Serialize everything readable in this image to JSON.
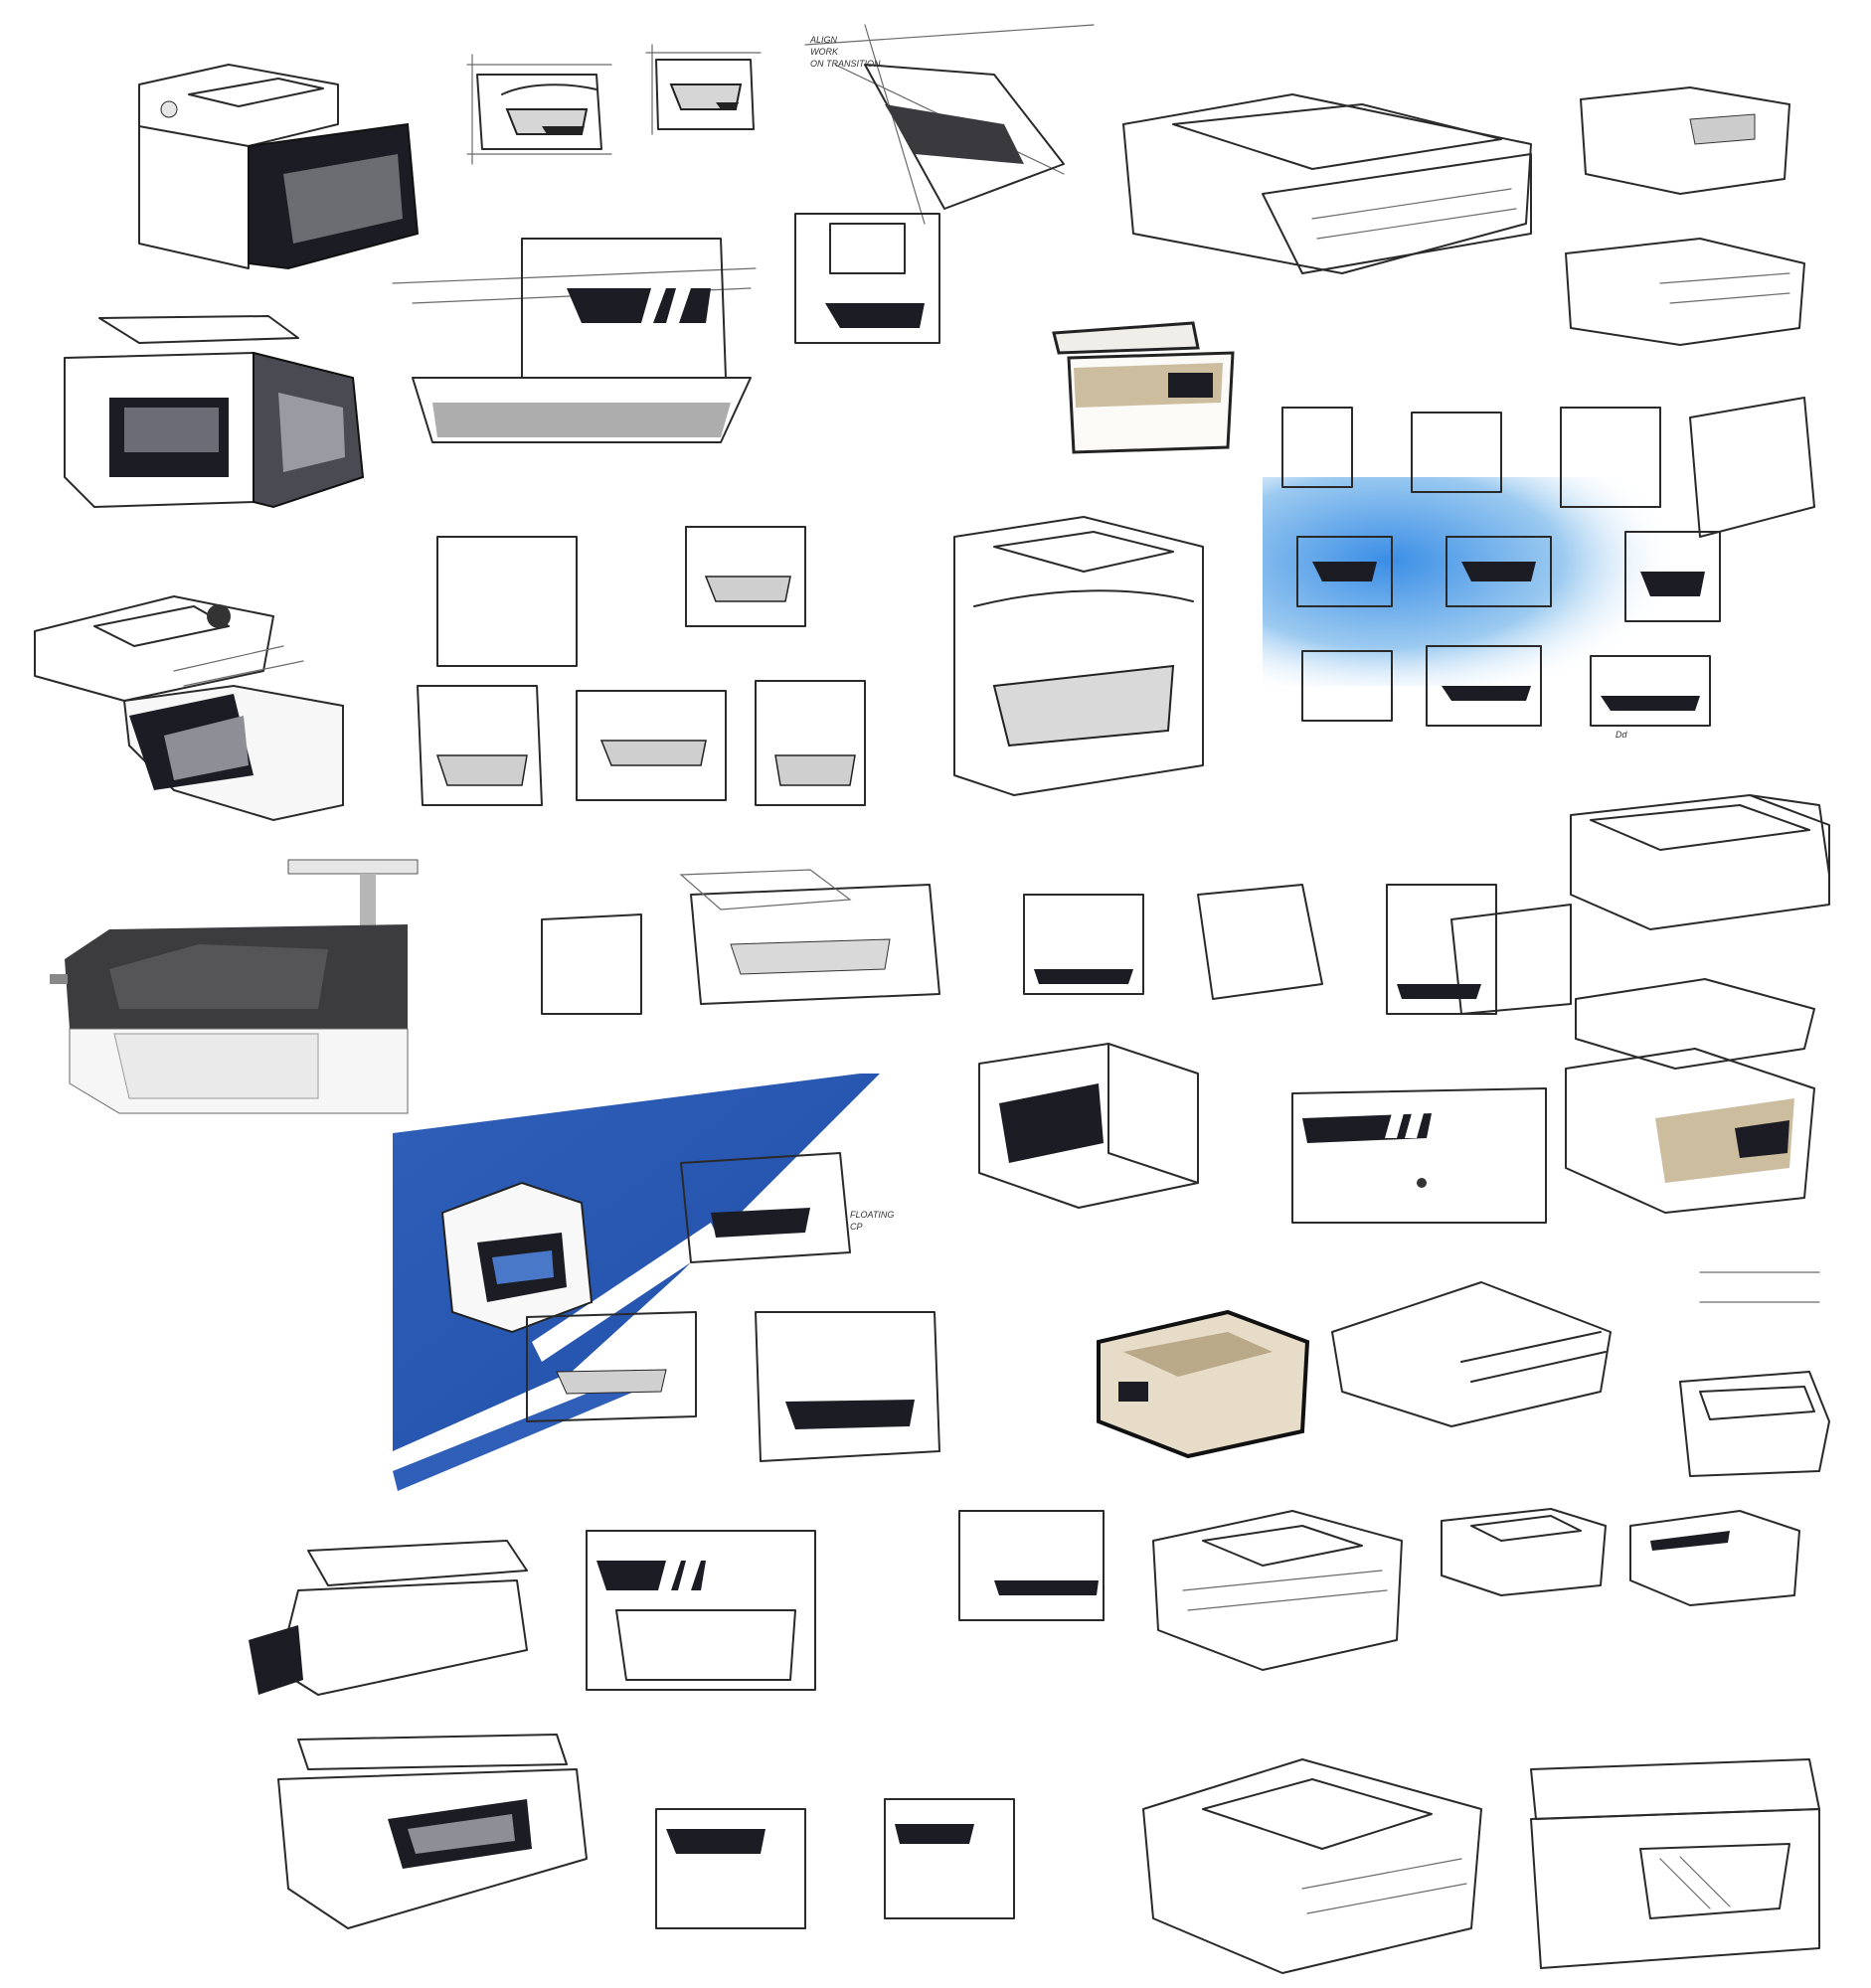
{
  "board": {
    "background": "#ffffff",
    "palette": {
      "ink": "#2a2a2a",
      "guide": "#6a6a6a",
      "marker_dark": "#1c1c24",
      "marker_grey": "#8e8e96",
      "marker_light": "#d8d8dc",
      "accent_blue": "#2f5fb8",
      "accent_blue_light": "#6fb6ea",
      "warm_tan": "#cdbd9f"
    },
    "annotations": {
      "alignment_note": [
        "ALIGN",
        "WORK",
        "ON TRANSITION"
      ],
      "floating_note": [
        "FLOATING",
        "CP"
      ],
      "signature": "Dd"
    }
  }
}
